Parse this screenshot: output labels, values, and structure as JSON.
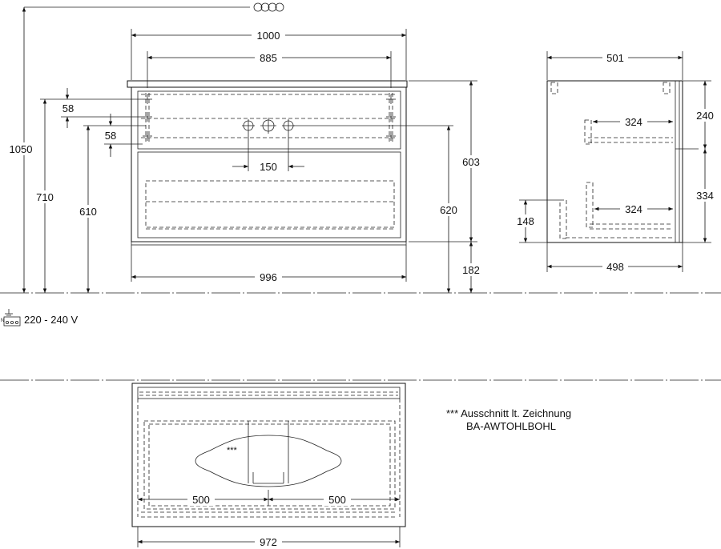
{
  "dimensions": {
    "front_width_outer": "1000",
    "front_width_inner": "885",
    "front_width_base": "996",
    "height_total": "1050",
    "height_710": "710",
    "height_610": "610",
    "offset_58_top": "58",
    "offset_58_bottom": "58",
    "tap_spacing": "150",
    "cabinet_height": "603",
    "floor_to_top": "620",
    "floor_to_bottom": "182",
    "side_depth_top": "501",
    "side_depth_bottom": "498",
    "drawer_depth_upper": "324",
    "drawer_depth_lower": "324",
    "side_upper_height": "240",
    "side_lower_height": "334",
    "side_148": "148",
    "plan_offset_left": "500",
    "plan_offset_right": "500",
    "plan_width": "972"
  },
  "power": {
    "label": "220 - 240 V"
  },
  "note": {
    "marker": "***",
    "line1": "*** Ausschnitt lt. Zeichnung",
    "line2": "BA-AWTOHLBOHL"
  }
}
